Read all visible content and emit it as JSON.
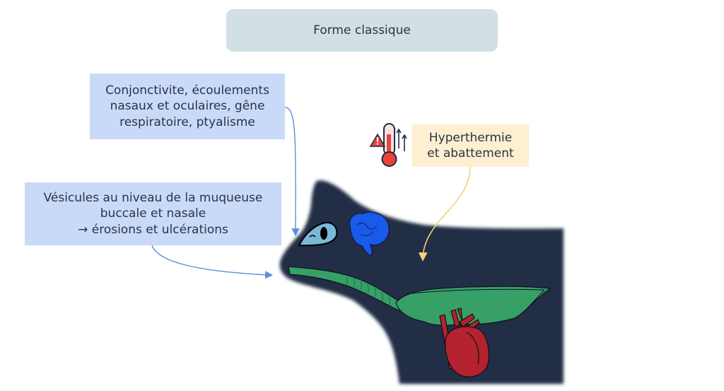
{
  "title": "Forme classique",
  "boxes": {
    "conjonctivite": {
      "lines": [
        "Conjonctivite, écoulements",
        "nasaux et oculaires, gêne",
        "respiratoire, ptyalisme"
      ],
      "color": "#c9daf8"
    },
    "vesicules": {
      "lines": [
        "Vésicules au niveau de la muqueuse",
        "buccale et nasale",
        "→ érosions et ulcérations"
      ],
      "color": "#c9daf8"
    },
    "hyperthermie": {
      "lines": [
        "Hyperthermie",
        "et abattement"
      ],
      "color": "#fdefd0"
    }
  },
  "icons": {
    "thermometer": "thermometer-warning-icon",
    "cat": "cat-silhouette",
    "eye": "eye-icon",
    "brain": "brain-icon",
    "trachea": "trachea-icon",
    "lung": "lung-icon",
    "heart": "heart-icon"
  },
  "colors": {
    "header_bg": "#d2e0e4",
    "blue_box": "#c9daf8",
    "yellow_box": "#fdefd0",
    "blue_arrow": "#5b8fe0",
    "yellow_arrow": "#f1d27a",
    "cat": "#232d45",
    "organ_green": "#36a067",
    "heart_red": "#b3222e",
    "brain_blue": "#1a5ae8",
    "eye_blue": "#7ab8d8"
  }
}
